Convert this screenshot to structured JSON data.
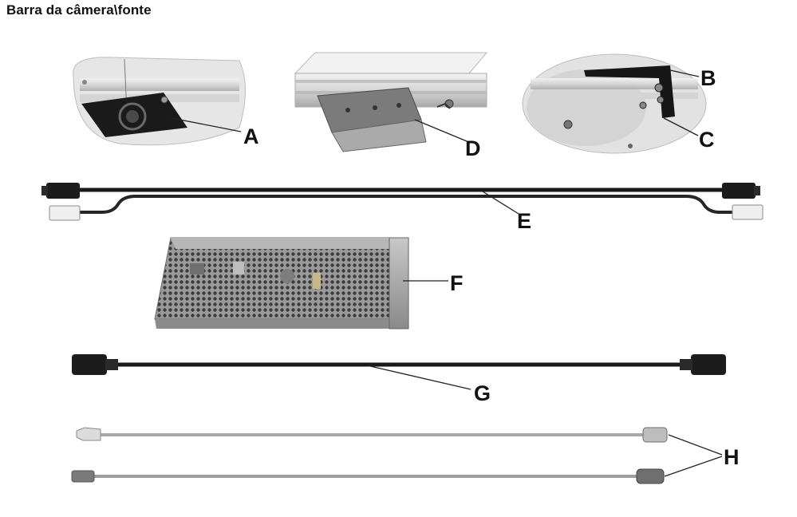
{
  "header": {
    "title": "Barra da câmera\\fonte"
  },
  "labels": {
    "a": "A",
    "b": "B",
    "c": "C",
    "d": "D",
    "e": "E",
    "f": "F",
    "g": "G",
    "h": "H"
  }
}
